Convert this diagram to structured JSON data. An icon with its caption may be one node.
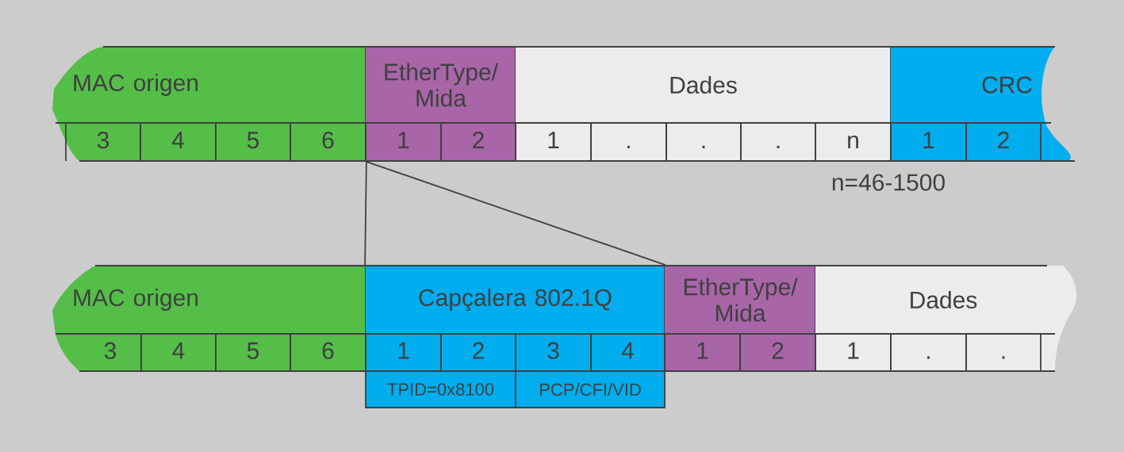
{
  "diagram": {
    "nodes": [
      {
        "text": [
          "MAC origen"
        ]
      },
      {
        "text": [
          "3"
        ],
        "in": 0
      },
      {
        "text": [
          "4"
        ],
        "in": 0
      },
      {
        "text": [
          "5"
        ],
        "in": 0
      },
      {
        "text": [
          "6"
        ],
        "in": 0
      },
      {
        "text": [
          "EtherType/ Mida"
        ]
      },
      {
        "text": [
          "1"
        ],
        "in": 5
      },
      {
        "text": [
          "2"
        ],
        "in": 5
      },
      {
        "text": [
          "Dades"
        ]
      },
      {
        "text": [
          "1"
        ],
        "in": 8
      },
      {
        "text": [
          "."
        ],
        "in": 8
      },
      {
        "text": [
          "."
        ],
        "in": 8
      },
      {
        "text": [
          "."
        ],
        "in": 8
      },
      {
        "text": [
          "n"
        ],
        "in": 8
      },
      {
        "text": [
          "CRC"
        ]
      },
      {
        "text": [
          "1"
        ],
        "in": 14
      },
      {
        "text": [
          "2"
        ],
        "in": 14
      },
      {
        "text": [
          "MAC origen"
        ]
      },
      {
        "text": [
          "3"
        ],
        "in": 17
      },
      {
        "text": [
          "4"
        ],
        "in": 17
      },
      {
        "text": [
          "5"
        ],
        "in": 17
      },
      {
        "text": [
          "6"
        ],
        "in": 17
      },
      {
        "text": [
          "Capçalera 802.1Q"
        ]
      },
      {
        "text": [
          "1"
        ],
        "in": 22
      },
      {
        "text": [
          "2"
        ],
        "in": 22
      },
      {
        "text": [
          "3"
        ],
        "in": 22
      },
      {
        "text": [
          "4"
        ],
        "in": 22
      },
      {
        "text": [
          "TPID=0x8100"
        ]
      },
      {
        "text": [
          "PCP/CFI/VID"
        ]
      },
      {
        "text": [
          "EtherType/ Mida"
        ]
      },
      {
        "text": [
          "1"
        ],
        "in": 29
      },
      {
        "text": [
          "2"
        ],
        "in": 29
      },
      {
        "text": [
          "Dades"
        ]
      },
      {
        "text": [
          "1"
        ],
        "in": 32
      },
      {
        "text": [
          "."
        ],
        "in": 32
      },
      {
        "text": [
          "."
        ],
        "in": 32
      }
    ],
    "edges": [
      {
        "from": 4,
        "to": 22,
        "arrow": "none"
      },
      {
        "from": 4,
        "to": 22,
        "arrow": "none"
      }
    ],
    "labels": [
      "n=46-1500"
    ]
  }
}
